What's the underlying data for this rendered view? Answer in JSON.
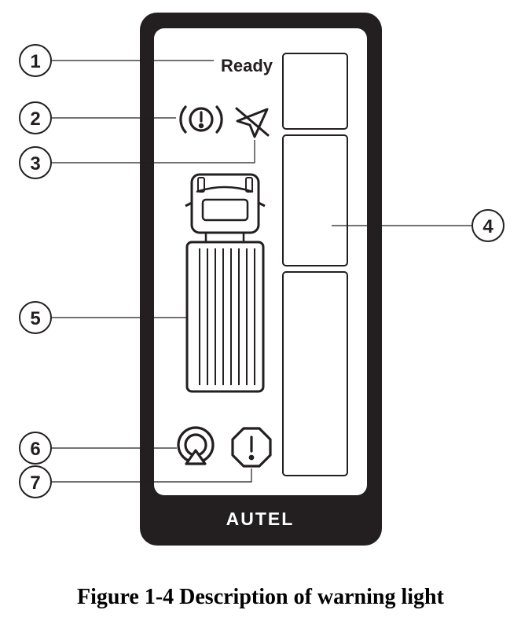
{
  "device": {
    "status_text": "Ready",
    "brand": "AUTEL"
  },
  "callouts": [
    "1",
    "2",
    "3",
    "4",
    "5",
    "6",
    "7"
  ],
  "icons": {
    "brake_warning": "brake-warning-icon",
    "signal_off": "signal-off-icon",
    "vehicle": "truck-top-view-icon",
    "tire_pressure": "tire-pressure-icon",
    "general_warning": "octagon-warning-icon"
  },
  "caption": "Figure 1-4 Description of warning light"
}
